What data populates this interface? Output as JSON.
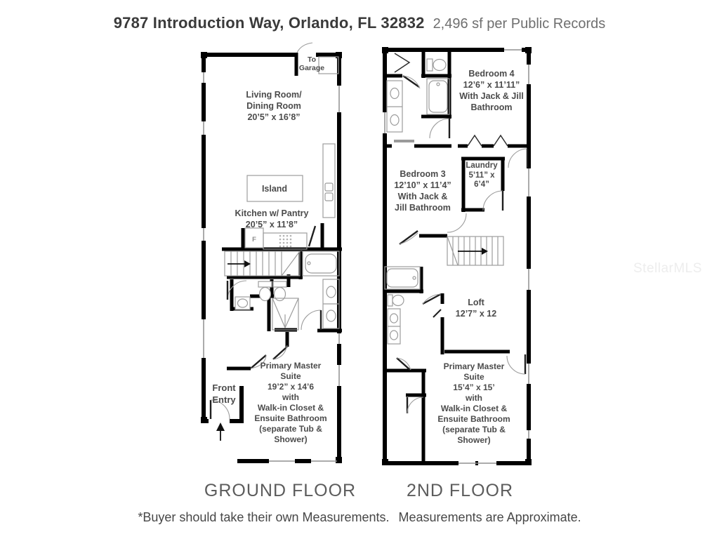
{
  "palette": {
    "wall": "#000000",
    "fixture_line": "#9c9c9c",
    "label_text": "#4b4b4b",
    "title_text": "#3a3a3a",
    "subtitle_text": "#6f6f6f",
    "caption_text": "#5c5c5c",
    "disclaimer_text": "#474747",
    "watermark_text": "#ededed",
    "background": "#ffffff"
  },
  "header": {
    "address": "9787 Introduction Way, Orlando, FL 32832",
    "sqft_note": "2,496 sf per Public Records"
  },
  "watermark": "StellarMLS",
  "footer": {
    "disclaimer_1": "*Buyer should take their own Measurements.",
    "disclaimer_2": "Measurements are Approximate."
  },
  "floors": {
    "ground": {
      "caption": "GROUND FLOOR",
      "to_garage": [
        "To",
        "Garage"
      ],
      "living": [
        "Living Room/",
        "Dining Room",
        "20’5” x 16’8”"
      ],
      "island": "Island",
      "kitchen": [
        "Kitchen w/ Pantry",
        "20’5” x 11’8”"
      ],
      "fridge": "F",
      "front_entry": [
        "Front",
        "Entry"
      ],
      "master": [
        "Primary Master",
        "Suite",
        "19’2” x 14’6",
        "with",
        "Walk-in Closet &",
        "Ensuite Bathroom",
        "(separate Tub &",
        "Shower)"
      ]
    },
    "second": {
      "caption": "2ND FLOOR",
      "bedroom4": [
        "Bedroom 4",
        "12’6” x 11’11”",
        "With Jack & Jill",
        "Bathroom"
      ],
      "bedroom3": [
        "Bedroom 3",
        "12’10” x 11’4”",
        "With Jack &",
        "Jill Bathroom"
      ],
      "laundry": [
        "Laundry",
        "5’11” x",
        "6’4”"
      ],
      "loft": [
        "Loft",
        "12’7” x 12"
      ],
      "master": [
        "Primary Master",
        "Suite",
        "15’4” x 15’",
        "with",
        "Walk-in Closet &",
        "Ensuite Bathroom",
        "(separate Tub &",
        "Shower)"
      ]
    }
  }
}
